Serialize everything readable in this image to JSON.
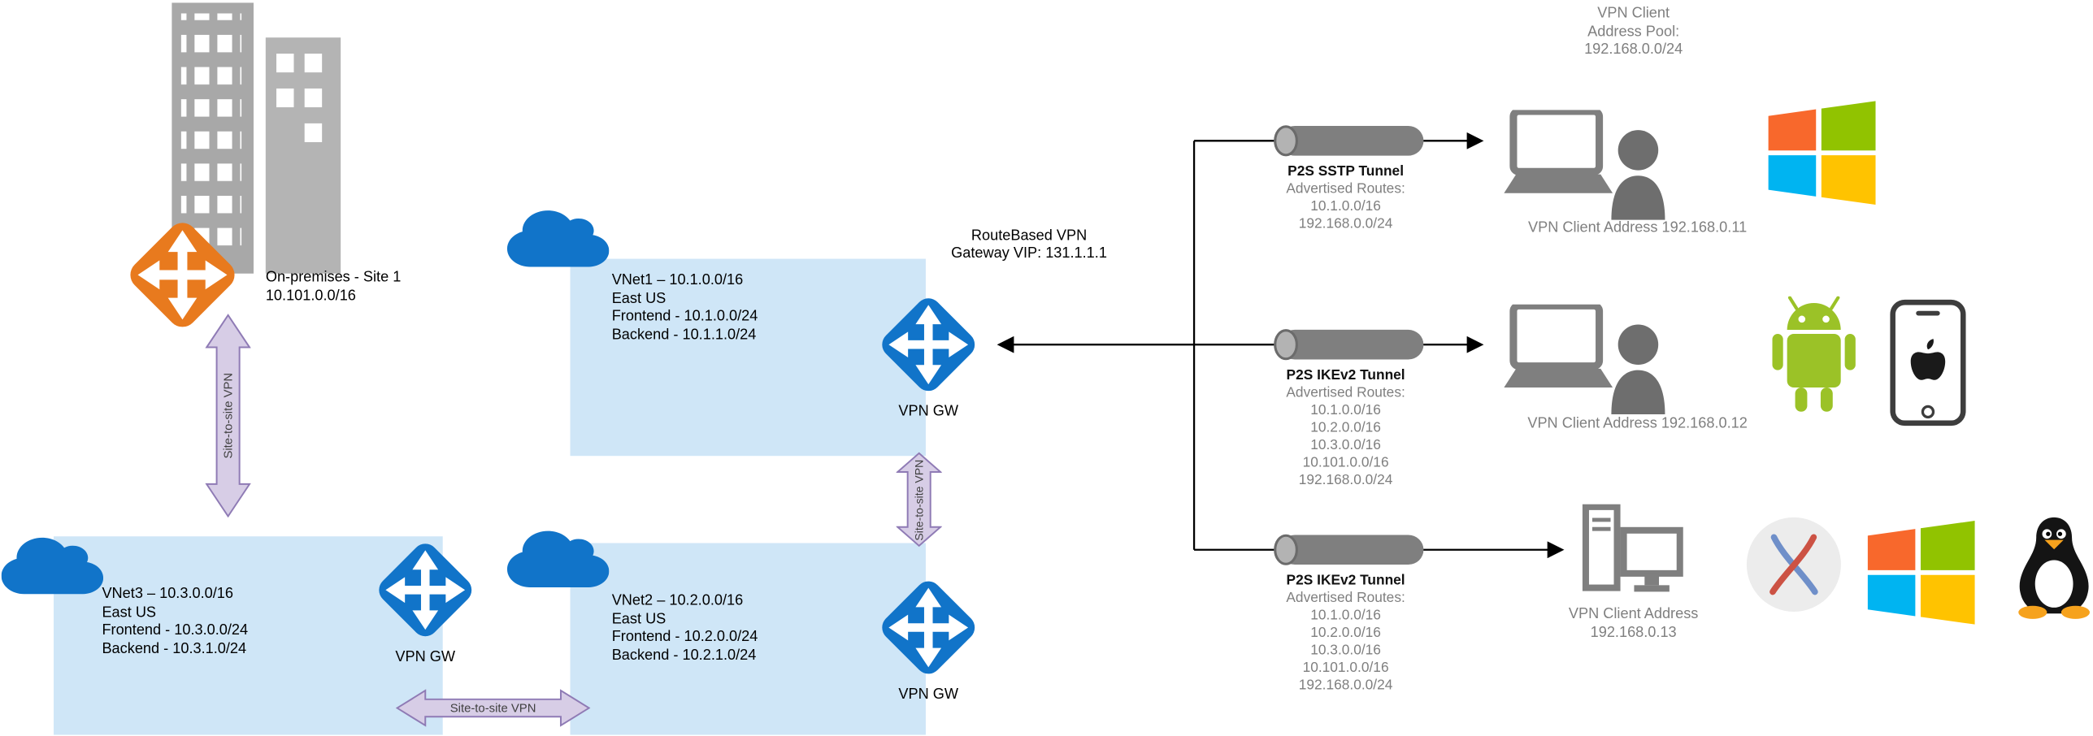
{
  "colors": {
    "vnet_box_fill": "#cfe6f7",
    "azure_blue": "#1174c9",
    "onprem_orange": "#e87a1e",
    "s2s_arrow_fill": "#d7cde6",
    "s2s_arrow_stroke": "#8f7bb5",
    "tunnel_gray": "#7f7f7f",
    "muted_text": "#7f7f7f",
    "windows_logo": [
      "#f8682c",
      "#91c300",
      "#00b4f1",
      "#ffc300"
    ],
    "android_green": "#9bc227"
  },
  "onprem": {
    "label": [
      "On-premises - Site 1",
      "10.101.0.0/16"
    ]
  },
  "gateway_note": [
    "RouteBased VPN",
    "Gateway VIP: 131.1.1.1"
  ],
  "address_pool": [
    "VPN Client",
    "Address Pool:",
    "192.168.0.0/24"
  ],
  "s2s_label": "Site-to-site VPN",
  "vpn_gw_label": "VPN GW",
  "vnets": {
    "vnet1": [
      "VNet1 – 10.1.0.0/16",
      "East US",
      "Frontend - 10.1.0.0/24",
      "Backend - 10.1.1.0/24"
    ],
    "vnet2": [
      "VNet2 – 10.2.0.0/16",
      "East US",
      "Frontend - 10.2.0.0/24",
      "Backend - 10.2.1.0/24"
    ],
    "vnet3": [
      "VNet3 – 10.3.0.0/16",
      "East US",
      "Frontend - 10.3.0.0/24",
      "Backend - 10.3.1.0/24"
    ]
  },
  "tunnels": {
    "t1": {
      "title": "P2S SSTP Tunnel",
      "routes_heading": "Advertised Routes:",
      "routes": [
        "10.1.0.0/16",
        "192.168.0.0/24"
      ],
      "client": "VPN Client Address 192.168.0.11"
    },
    "t2": {
      "title": "P2S IKEv2 Tunnel",
      "routes_heading": "Advertised Routes:",
      "routes": [
        "10.1.0.0/16",
        "10.2.0.0/16",
        "10.3.0.0/16",
        "10.101.0.0/16",
        "192.168.0.0/24"
      ],
      "client": "VPN Client Address 192.168.0.12"
    },
    "t3": {
      "title": "P2S IKEv2 Tunnel",
      "routes_heading": "Advertised Routes:",
      "routes": [
        "10.1.0.0/16",
        "10.2.0.0/16",
        "10.3.0.0/16",
        "10.101.0.0/16",
        "192.168.0.0/24"
      ],
      "client": [
        "VPN Client Address",
        "192.168.0.13"
      ]
    }
  }
}
